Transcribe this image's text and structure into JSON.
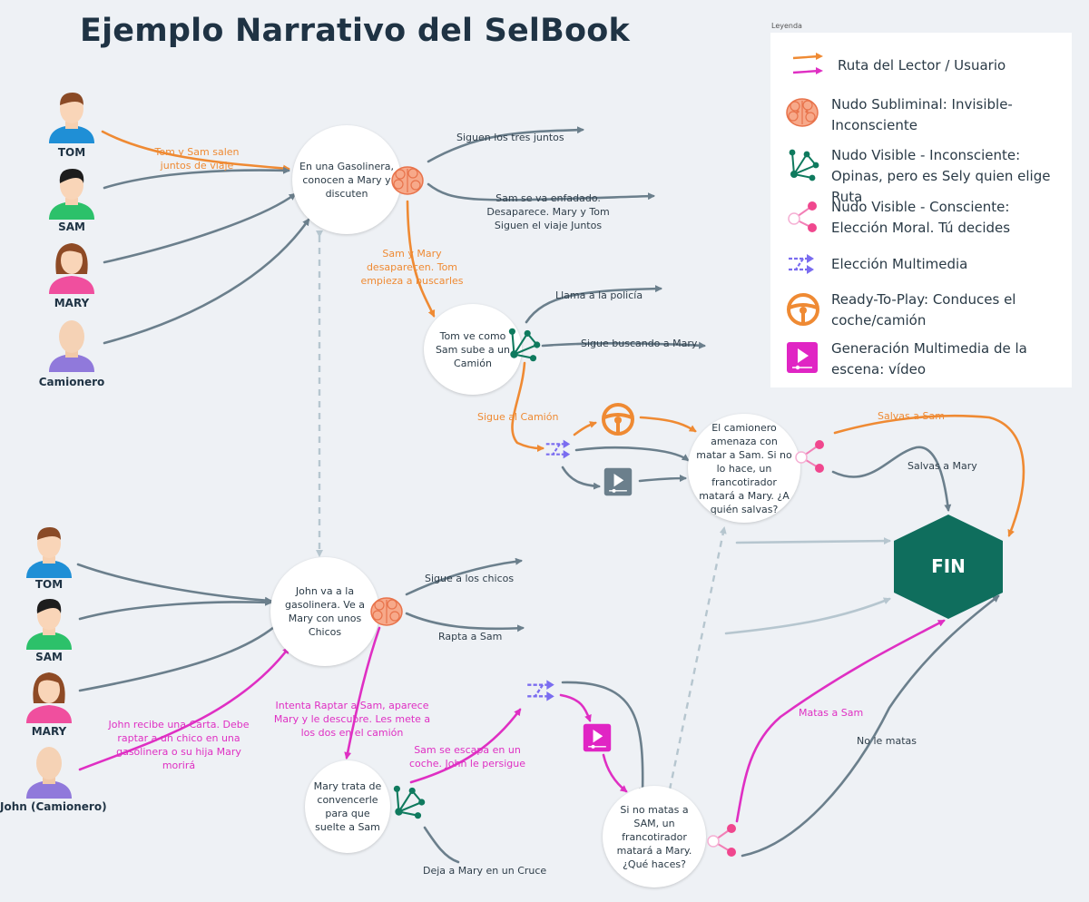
{
  "title": "Ejemplo Narrativo del SelBook",
  "legend": {
    "caption": "Leyenda",
    "items": [
      {
        "icon": "orange-arrow-icon",
        "label": "Ruta del Lector / Usuario"
      },
      {
        "icon": "brain-icon",
        "label": "Nudo Subliminal: Invisible-Inconsciente"
      },
      {
        "icon": "network-node-icon",
        "label": "Nudo Visible - Inconsciente: Opinas, pero es Sely quien elige Ruta"
      },
      {
        "icon": "moral-choice-icon",
        "label": "Nudo Visible - Consciente: Elección Moral. Tú decides"
      },
      {
        "icon": "shuffle-icon",
        "label": "Elección Multimedia"
      },
      {
        "icon": "steering-wheel-icon",
        "label": "Ready-To-Play: Conduces el coche/camión"
      },
      {
        "icon": "video-icon",
        "label": "Generación Multimedia de la escena: vídeo"
      }
    ]
  },
  "characters_top": [
    "TOM",
    "SAM",
    "MARY",
    "Camionero"
  ],
  "characters_bottom": [
    "TOM",
    "SAM",
    "MARY",
    "John (Camionero)"
  ],
  "nodes": {
    "gasolinera": "En una Gasolinera, conocen a Mary y discuten",
    "camion": "Tom ve como Sam sube a un Camión",
    "camionero": "El camionero amenaza con matar  a Sam. Si no lo hace, un francotirador matará a Mary. ¿A quién salvas?",
    "john": "John va a la gasolinera. Ve a Mary con unos Chicos",
    "mary_convence": "Mary trata de convencerle para que suelte a Sam",
    "no_matas": "Si no matas a SAM, un francotirador matará a Mary. ¿Qué haces?",
    "fin": "FIN"
  },
  "labels": {
    "tom_sam_salen": "Tom y Sam salen juntos de viaje",
    "siguen_tres": "Siguen los tres juntos",
    "sam_enfadado": "Sam se va enfadado. Desaparece. Mary y Tom Siguen el viaje Juntos",
    "sam_mary_desaparecen": "Sam y Mary desaparecen. Tom empieza a buscarles",
    "llama_policia": "Llama a la policía",
    "sigue_buscando": "Sigue buscando a Mary",
    "sigue_camion": "Sigue al Camión",
    "salvas_sam": "Salvas a Sam",
    "salvas_mary": "Salvas a Mary",
    "sigue_chicos": "Sigue a los chicos",
    "rapta_sam": "Rapta a Sam",
    "john_carta": "John recibe una Carta. Debe raptar a un chico en una gasolinera o su hija Mary morirá",
    "intenta_raptar": "Intenta Raptar a Sam, aparece Mary y le descubre. Les mete a los dos en el camión",
    "sam_escapa": "Sam se escapa en un coche. John le persigue",
    "deja_mary": "Deja a Mary en un Cruce",
    "matas_sam": "Matas a Sam",
    "no_matas": "No le matas"
  },
  "colors": {
    "orange": "#ef8a33",
    "magenta": "#df2fc3",
    "gray": "#6b7f8c",
    "teal": "#0f7a5e",
    "fin": "#0f6e5d",
    "purple": "#7a6cf0"
  }
}
